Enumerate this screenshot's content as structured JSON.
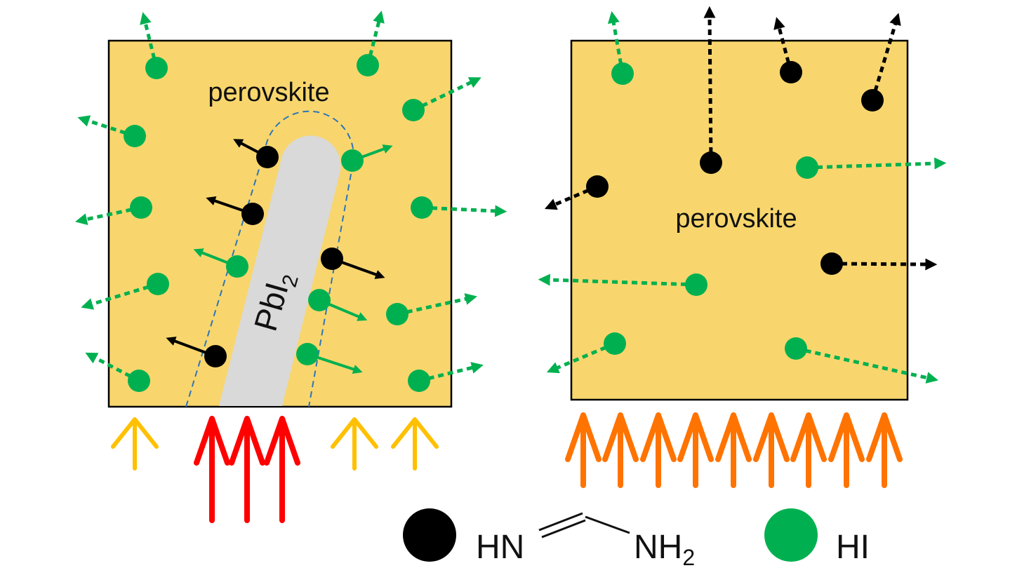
{
  "labels": {
    "left_panel": "perovskite",
    "right_panel": "perovskite",
    "pbi2_base": "PbI",
    "pbi2_sub": "2"
  },
  "legend": {
    "formamidine_left": "HN",
    "formamidine_right": "NH",
    "formamidine_sub": "2",
    "hi": "HI"
  },
  "colors": {
    "perovskite_fill": "#F8D66D",
    "pbi2_fill": "#D9D9D9",
    "hi_green": "#00B050",
    "formamidine_black": "#000000",
    "heat_yellow": "#FFC000",
    "heat_red": "#FF0000",
    "heat_orange": "#FF7300",
    "interface_dash": "#2E75B6"
  },
  "legend_markers": {
    "formamidine": "black circle",
    "hi": "green circle"
  }
}
